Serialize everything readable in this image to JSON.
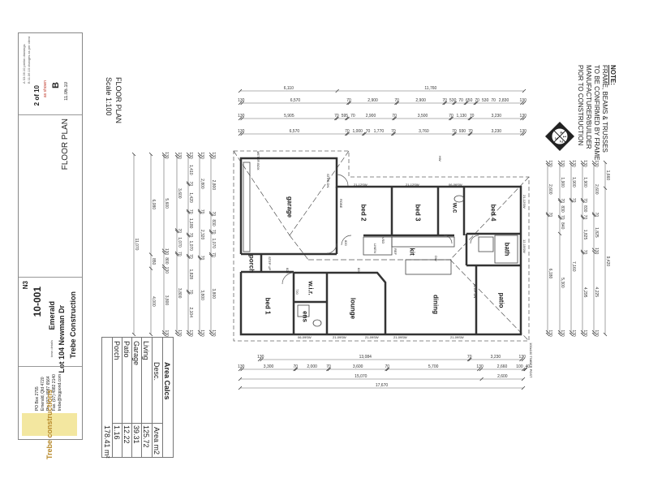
{
  "drawing": {
    "title": "FLOOR PLAN",
    "scale": "Scale 1:100",
    "note_heading": "NOTE:",
    "note_lines": [
      "FRAME, BEAMS & TRUSSES",
      "TO BE CONFIRMED BY FRAME",
      "MANUFACTURER/BUILDER",
      "PIOR TO CONSTRUCTION"
    ],
    "compass_quadrants": [
      "1",
      "2",
      "3",
      "4"
    ],
    "post_note": "100x100 TIMBER POST"
  },
  "rooms": {
    "garage": "garage",
    "bed2": "bed 2",
    "bed3": "bed 3",
    "wc": "w.c",
    "bed4": "bed 4",
    "bath": "bath",
    "kit": "kit",
    "porch": "porch",
    "bed1": "bed 1",
    "wir": "w.i.r.",
    "ens": "ens",
    "lounge": "lounge",
    "dining": "dining",
    "patio": "patio"
  },
  "plan_labels": {
    "meter_box": "METER BOX",
    "step_dn_garage": "STEP DN",
    "step_dn_dining": "STEP DN",
    "step_up": "STEP UP",
    "linen": "LINEN",
    "robe": "ROBE",
    "vsd": "VSD",
    "ref": "REF",
    "dw": "DW",
    "window_top_1": "21-12SW",
    "window_top_2": "21-12SW",
    "window_top_3": "06-06SW",
    "window_bed4": "21-12SW",
    "window_bath": "12-15SW",
    "window_bottom_1": "06-09SW",
    "window_bottom_2": "21-09SW",
    "window_bottom_3": "21-09SW",
    "window_bottom_4": "21-09SW",
    "window_bottom_5": "21-09SW",
    "door_820_a": "820",
    "door_820_b": "820",
    "door_820_c": "820",
    "door_720": "720",
    "gas_hws": "HW"
  },
  "dimensions": {
    "top": [
      [
        "6,110",
        "11,760"
      ],
      [
        "130",
        "6,570",
        "70",
        "2,900",
        "70",
        "2,900",
        "70",
        "530",
        "70",
        "650",
        "70",
        "530",
        "70",
        "2,830",
        "130"
      ],
      [
        "130",
        "5,905",
        "70",
        "595",
        "70",
        "2,900",
        "70",
        "3,500",
        "70",
        "1,130",
        "70",
        "3,230",
        "130"
      ],
      [
        "130",
        "6,570",
        "70",
        "1,000",
        "70",
        "1,770",
        "70",
        "3,760",
        "70",
        "930",
        "70",
        "3,230",
        "130"
      ]
    ],
    "bottom": [
      [
        "130",
        "13,084",
        "70",
        "3,230",
        "130"
      ],
      [
        "130",
        "3,300",
        "70",
        "2,000",
        "70",
        "3,600",
        "70",
        "5,700",
        "130",
        "2,660",
        "100",
        "40"
      ],
      [
        "15,070",
        "2,600"
      ],
      [
        "17,670"
      ]
    ],
    "left": [
      [
        "11,070"
      ],
      [
        "6,080",
        "850",
        "4,000"
      ],
      [
        "130",
        "5,600",
        "130",
        "800",
        "130",
        "3,800",
        "130"
      ],
      [
        "130",
        "3,600",
        "70",
        "1,070",
        "70",
        "3,800",
        "130"
      ],
      [
        "130",
        "1,410",
        "70",
        "1,420",
        "70",
        "1,180",
        "70",
        "1,070",
        "70",
        "1,828",
        "70",
        "2,104",
        "130"
      ],
      [
        "130",
        "2,800",
        "70",
        "2,320",
        "70",
        "3,800",
        "130"
      ],
      [
        "130",
        "2,800",
        "70",
        "830",
        "70",
        "1,070",
        "70",
        "3,800",
        "130"
      ]
    ],
    "right": [
      [
        "130",
        "2,600",
        "70",
        "6,180",
        "130"
      ],
      [
        "130",
        "1,900",
        "70",
        "830",
        "70",
        "840",
        "5,300",
        "130"
      ],
      [
        "130",
        "1,900",
        "70",
        "7,160",
        "130"
      ],
      [
        "130",
        "1,900",
        "70",
        "830",
        "70",
        "1,825",
        "70",
        "4,295",
        "130"
      ],
      [
        "130",
        "2,600",
        "70",
        "1,825",
        "130",
        "4,225",
        "130"
      ],
      [
        "1,660",
        "9,420"
      ]
    ]
  },
  "area_calcs": {
    "title": "Area Calcs",
    "headers": [
      "Desc.",
      "Area m2"
    ],
    "rows": [
      {
        "desc": "Living",
        "area": "125.72"
      },
      {
        "desc": "Garage",
        "area": "39.31"
      },
      {
        "desc": "Patio",
        "area": "12.22"
      },
      {
        "desc": "Porch",
        "area": "1.16"
      }
    ],
    "total": "178.41 m²"
  },
  "title_block": {
    "client": "Trebe Construction",
    "address": "Lot 104 Newman Dr",
    "town_label": "town details",
    "town": "Emerald",
    "job_number": "10-001",
    "wind_class": "N3",
    "sheet_title": "FLOOR PLAN",
    "revision": "B",
    "date": "11.06.10",
    "sheet": "2 of 10",
    "units": "as shown",
    "revisions": [
      {
        "rev": "A",
        "date": "03.06.10",
        "desc": "prelim drawings"
      },
      {
        "rev": "B",
        "date": "11.06.10",
        "desc": "changes as per client"
      }
    ],
    "company_address": [
      "PO Box 2755",
      "Emerald, Qld 4720",
      "Ph. (07) 4987 6564",
      "Fax. (07) 4982 2140",
      "trebe@bigpond.com"
    ],
    "logo_text": "Trebe constructions",
    "logo_color": "#f3e7a0"
  }
}
